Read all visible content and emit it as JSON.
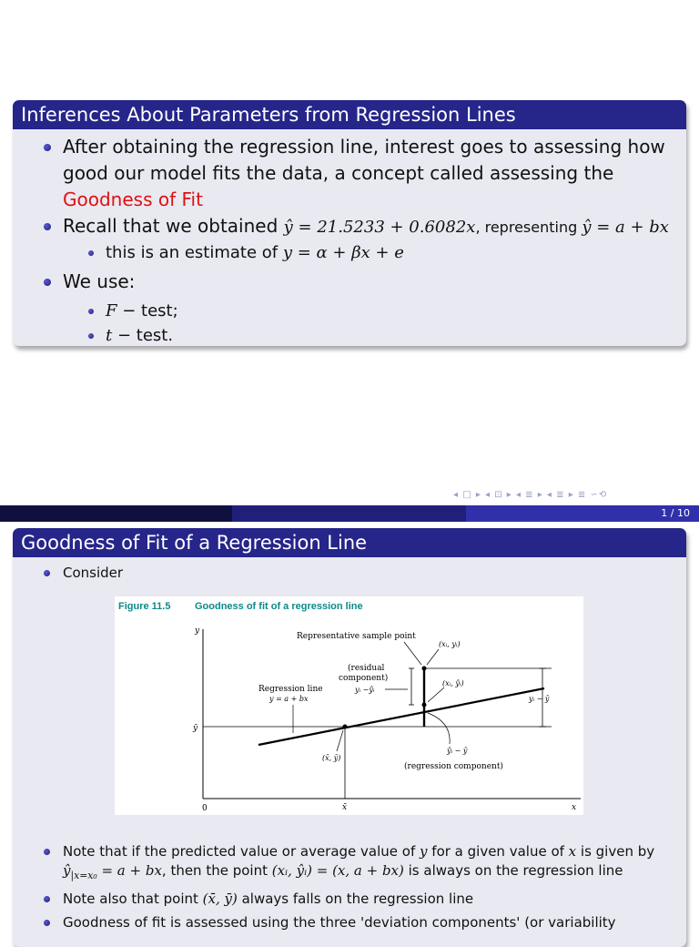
{
  "slide1": {
    "title": "Inferences About Parameters from Regression Lines",
    "bullet1_text": "After obtaining the regression line, interest goes to assessing how good our model fits the data, a concept called assessing the ",
    "bullet1_highlight": "Goodness of Fit",
    "bullet2_prefix": "Recall that we obtained ",
    "bullet2_equation": "ŷ = 21.5233 + 0.6082x",
    "bullet2_mid": ", representing ",
    "bullet2_model": "ŷ = a + bx",
    "sub_bullet1_prefix": "this is an estimate of ",
    "sub_bullet1_model": "y = α + βx + e",
    "bullet3_text": "We use:",
    "sub_bullet2_sym": "F",
    "sub_bullet2_text": " − test;",
    "sub_bullet3_sym": "t",
    "sub_bullet3_text": " − test."
  },
  "navigation": {
    "icons": "◂ □ ▸ ◂ ⊡ ▸ ◂ ≣ ▸ ◂ ≣ ▸   ≣   ∽⟲",
    "page": "1 / 10"
  },
  "slide2": {
    "title": "Goodness of Fit of a Regression Line",
    "bullet1_text": "Consider",
    "figure": {
      "label": "Figure 11.5",
      "caption": "Goodness of fit of a regression line",
      "rep_point": "Representative sample point",
      "point_xy": "(xᵢ, yᵢ)",
      "residual1": "(residual",
      "residual2": "component)",
      "residual_formula": "yᵢ −ŷᵢ",
      "reg_line": "Regression line",
      "reg_eq": "y = a + bx",
      "point_xyhat": "(xᵢ, ŷᵢ)",
      "total_dev": "yᵢ − ȳ",
      "y_axis": "y",
      "ybar": "ȳ",
      "mean_point": "(x̄, ȳ)",
      "reg_comp_formula": "ŷᵢ − ȳ",
      "reg_comp_label": "(regression component)",
      "origin": "0",
      "xbar": "x̄",
      "x_axis": "x"
    },
    "bullet2_a": "Note that if the predicted value or average value of ",
    "bullet2_y": "y",
    "bullet2_b": " for a given value of ",
    "bullet2_x": "x",
    "bullet2_c": " is given by",
    "bullet2_line2_a": "ŷ",
    "bullet2_line2_sub": "|x=x₀",
    "bullet2_line2_b": " = a + bx",
    "bullet2_line2_c": ", then the point ",
    "bullet2_line2_d": "(xᵢ, ŷᵢ) = (x, a + bx)",
    "bullet2_line2_e": " is always on the regression line",
    "bullet3_a": "Note also that point ",
    "bullet3_pt": "(x̄, ȳ)",
    "bullet3_b": " always falls on the regression line",
    "bullet4_text": "Goodness of fit is assessed using the three 'deviation components' (or variability"
  }
}
